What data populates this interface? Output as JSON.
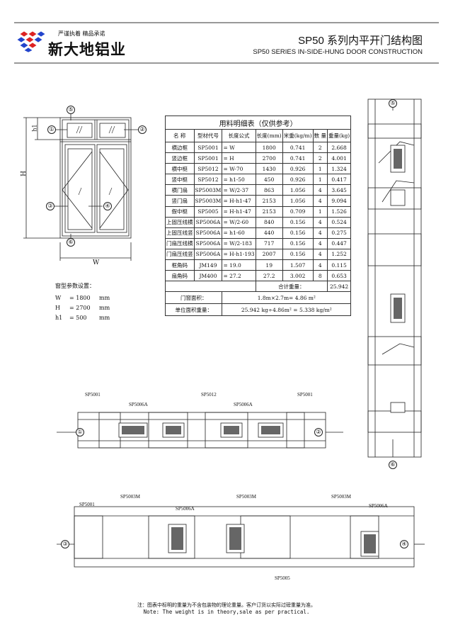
{
  "header": {
    "slogan": "严谨执着 精品承诺",
    "company": "新大地铝业",
    "title_cn": "SP50 系列内平开门结构图",
    "title_en": "SP50 SERIES IN-SIDE-HUNG DOOR CONSTRUCTION"
  },
  "elevation": {
    "dim_w": "W",
    "dim_h": "H",
    "dim_h1": "h1",
    "markers": [
      "①",
      "②",
      "③",
      "④",
      "⑤",
      "⑥"
    ]
  },
  "params": {
    "title": "窗型参数设置：",
    "rows": [
      {
        "k": "W",
        "v": "= 1800",
        "u": "mm"
      },
      {
        "k": "H",
        "v": "= 2700",
        "u": "mm"
      },
      {
        "k": "h1",
        "v": "= 500",
        "u": "mm"
      }
    ]
  },
  "table": {
    "title": "用料明细表（仅供参考）",
    "headers": [
      "名 称",
      "型材代号",
      "长度公式",
      "长度(mm)",
      "米重(kg/m)",
      "数 量",
      "重量(kg)"
    ],
    "rows": [
      [
        "横边框",
        "SP5001",
        "= W",
        "1800",
        "0.741",
        "2",
        "2.668"
      ],
      [
        "竖边框",
        "SP5001",
        "= H",
        "2700",
        "0.741",
        "2",
        "4.001"
      ],
      [
        "横中梃",
        "SP5012",
        "= W-70",
        "1430",
        "0.926",
        "1",
        "1.324"
      ],
      [
        "竖中梃",
        "SP5012",
        "= h1-50",
        "450",
        "0.926",
        "1",
        "0.417"
      ],
      [
        "横门扇",
        "SP5003M",
        "= W/2-37",
        "863",
        "1.056",
        "4",
        "3.645"
      ],
      [
        "竖门扇",
        "SP5003M",
        "= H-h1-47",
        "2153",
        "1.056",
        "4",
        "9.094"
      ],
      [
        "假中梃",
        "SP5005",
        "= H-h1-47",
        "2153",
        "0.709",
        "1",
        "1.526"
      ],
      [
        "上固压线横",
        "SP5006A",
        "= W/2-60",
        "840",
        "0.156",
        "4",
        "0.524"
      ],
      [
        "上固压线竖",
        "SP5006A",
        "= h1-60",
        "440",
        "0.156",
        "4",
        "0.275"
      ],
      [
        "门扇压线横",
        "SP5006A",
        "= W/2-183",
        "717",
        "0.156",
        "4",
        "0.447"
      ],
      [
        "门扇压线竖",
        "SP5006A",
        "= H-h1-193",
        "2007",
        "0.156",
        "4",
        "1.252"
      ],
      [
        "框角码",
        "JM149",
        "= 19.0",
        "19",
        "1.507",
        "4",
        "0.115"
      ],
      [
        "扇角码",
        "JM400",
        "= 27.2",
        "27.2",
        "3.002",
        "8",
        "0.653"
      ]
    ],
    "total_label": "合计重量：",
    "total": "25.942",
    "area_label": "门窗面积：",
    "area": "1.8m×2.7m= 4.86 m²",
    "unit_label": "单位面积重量：",
    "unit": "25.942 kg÷4.86m² = 5.338 kg/m²"
  },
  "sections": {
    "mid": [
      "SP5001",
      "SP5012",
      "SP5001",
      "SP5006A",
      "SP5006A"
    ],
    "bottom": [
      "SP5001",
      "SP5003M",
      "SP5006A",
      "SP5003M",
      "SP5003M",
      "SP5006A",
      "SP5005"
    ]
  },
  "notes": {
    "cn": "注：图表中标明的重量为不含包装物的理论重量。客户订货以实际过磅重量为准。",
    "en": "Note: The weight is in theory,sale as per practical."
  }
}
